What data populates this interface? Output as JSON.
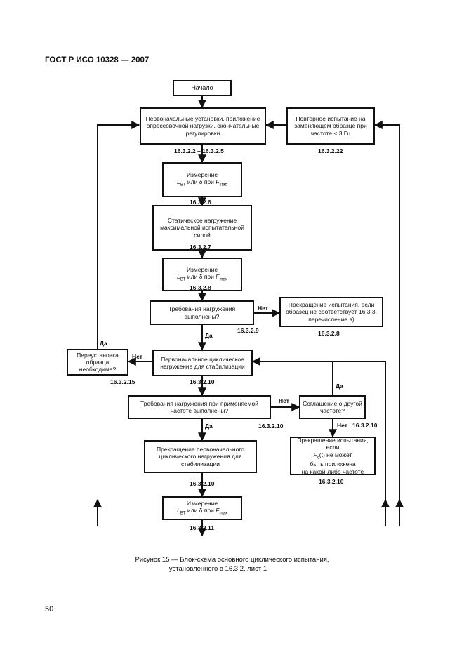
{
  "header": "ГОСТ Р ИСО 10328 — 2007",
  "boxes": {
    "start": "Начало",
    "initial_settings": "Первоначальные установки, приложение опрессовочной нагрузки, окончательные регулировки",
    "retest": "Повторное испытание на заменяющем образце при частоте < 3 Гц",
    "measure1_l1": "Измерение",
    "measure1_l2": "или δ при",
    "static_loading": "Статическое нагружение максимальной испытательной силой",
    "measure2_l1": "Измерение",
    "measure2_l2": "или δ при",
    "req_met": "Требования нагружения выполнены?",
    "stop_test": "Прекращение испытания, если образец не соответствует 16.3.3, перечисление в)",
    "reinstall": "Переустановка образца необходима?",
    "cyclic_init": "Первоначальное циклическое нагружение для стабилизации",
    "req_freq": "Требования нагружения при применяемой частоте выполнены?",
    "agree_freq": "Соглашение о другой частоте?",
    "stop_cyclic": "Прекращение первоначального циклического нагружения для стабилизации",
    "stop_test2_l1": "Прекращение испытания, если",
    "stop_test2_l2": "не может",
    "stop_test2_l3": "быть приложена",
    "stop_test2_l4": "на какой-либо частоте",
    "measure3_l1": "Измерение",
    "measure3_l2": "или δ при"
  },
  "symbols": {
    "L": "L",
    "BT": "BT",
    "F": "F",
    "stab": "stab",
    "max": "max",
    "Fc": "F",
    "c": "c",
    "t": "(t)"
  },
  "refs": {
    "r1": "16.3.2.2 – 16.3.2.5",
    "r2": "16.3.2.6",
    "r3": "16.3.2.7",
    "r4": "16.3.2.8",
    "r5": "16.3.2.9",
    "r6": "16.3.2.8",
    "r7": "16.3.2.15",
    "r8": "16.3.2.10",
    "r9": "16.3.2.10",
    "r10": "16.3.2.10",
    "r11": "16.3.2.10",
    "r12": "16.3.2.10",
    "r13": "16.3.2.11",
    "r14": "16.3.2.22"
  },
  "decisions": {
    "no": "Нет",
    "yes": "Да"
  },
  "caption": {
    "line1": "Рисунок 15 — Блок-схема основного циклического испытания,",
    "line2": "установленного в 16.3.2, лист 1"
  },
  "page_number": "50"
}
